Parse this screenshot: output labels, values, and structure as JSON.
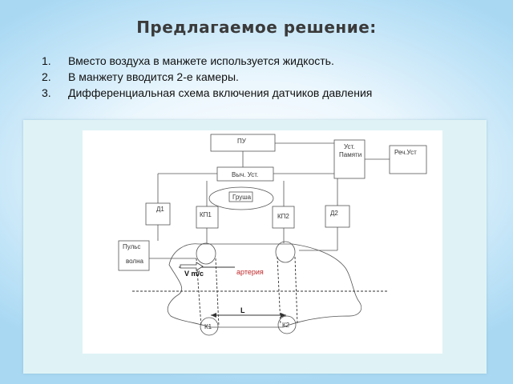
{
  "slide": {
    "title": "Предлагаемое решение:",
    "points": [
      {
        "num": "1.",
        "text": "Вместо воздуха в манжете используется жидкость."
      },
      {
        "num": "2.",
        "text": "В манжету вводится 2-е камеры."
      },
      {
        "num": "3.",
        "text": "Дифференциальная схема включения датчиков давления"
      }
    ]
  },
  "diagram": {
    "pu": "ПУ",
    "mem_line1": "Уст.",
    "mem_line2": "Памяти",
    "speech": "Реч.Уст",
    "calc": "Выч. Уст.",
    "bulb": "Груша",
    "d1": "Д1",
    "d2": "Д2",
    "kp1": "КП1",
    "kp2": "КП2",
    "pulse_line1": "Пульс",
    "pulse_line2": "волна",
    "velocity": "V m/c",
    "artery": "артерия",
    "distance": "L",
    "k1": "К1",
    "k2": "К2"
  }
}
